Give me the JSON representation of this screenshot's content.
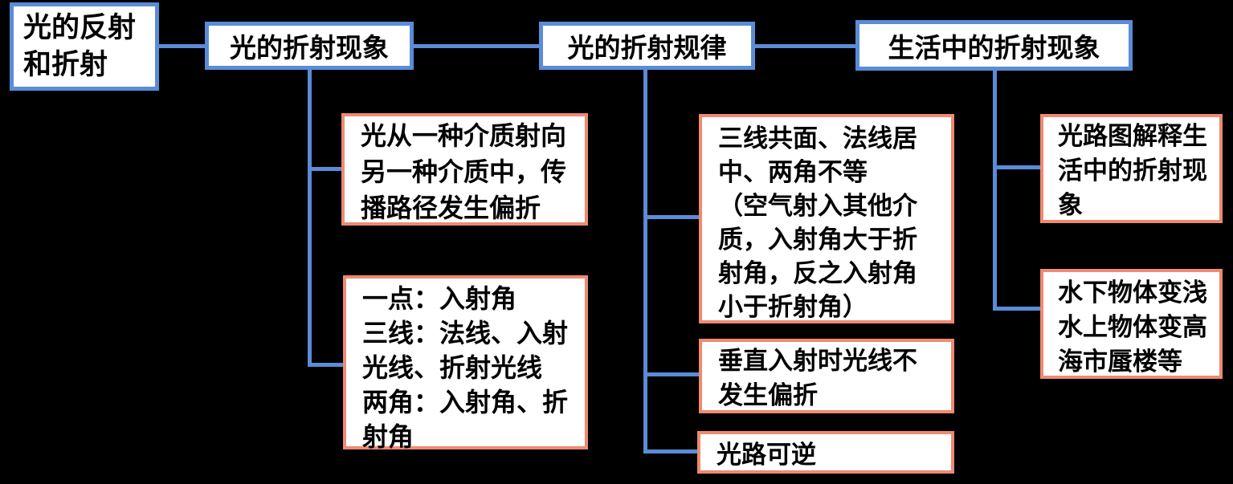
{
  "colors": {
    "background": "#000000",
    "blue": "#5A8CD7",
    "orange": "#EF8A70",
    "fill": "#FFFFFF",
    "text": "#000000"
  },
  "nodes": {
    "root": "光的反射\n和折射",
    "branch_phenomenon": "光的折射现象",
    "branch_law": "光的折射规律",
    "branch_life": "生活中的折射现象",
    "leaf_definition": "光从一种介质射向\n另一种介质中，传\n播路径发生偏折",
    "leaf_elements": "一点：入射角\n三线：法线、入射\n光线、折射光线\n两角：入射角、折\n射角",
    "leaf_rule_detail": "三线共面、法线居\n中、两角不等\n（空气射入其他介\n质，入射角大于折\n射角，反之入射角\n小于折射角）",
    "leaf_perpendicular": "垂直入射时光线不\n发生偏折",
    "leaf_reversible": "光路可逆",
    "leaf_ray_diagram": "光路图解释生\n活中的折射现\n象",
    "leaf_examples": "水下物体变浅\n水上物体变高\n海市蜃楼等"
  }
}
